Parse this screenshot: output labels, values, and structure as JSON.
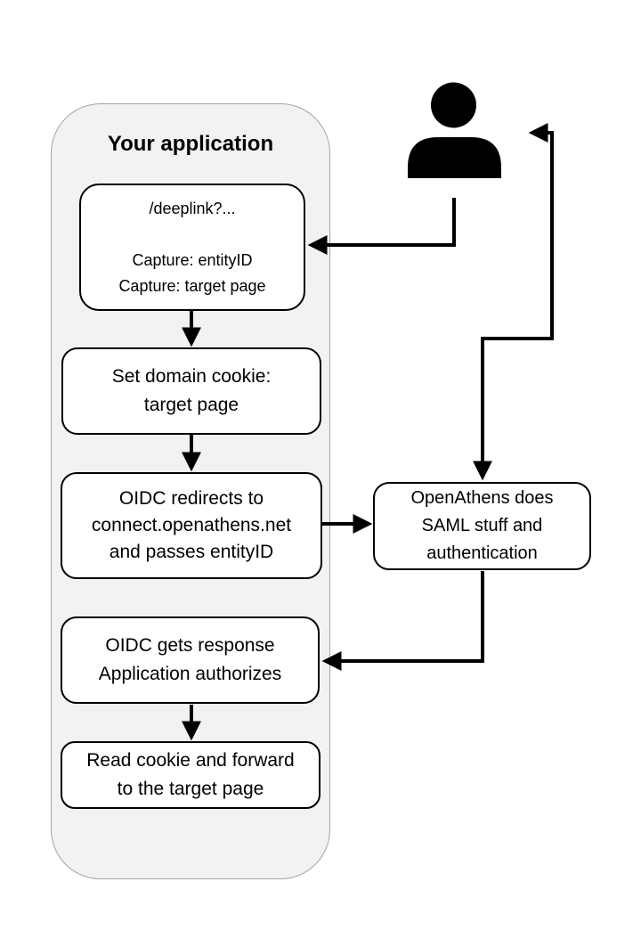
{
  "diagram": {
    "title": "Your application",
    "nodes": {
      "deeplink": "/deeplink?...\n\nCapture: entityID\nCapture: target page",
      "set_cookie": "Set domain cookie:\ntarget page",
      "oidc_redirect": "OIDC redirects to\nconnect.openathens.net\nand passes entityID",
      "openathens": "OpenAthens does\nSAML stuff and\nauthentication",
      "oidc_response": "OIDC gets response\nApplication authorizes",
      "read_cookie": "Read cookie and forward\nto the target page"
    },
    "icons": {
      "user": "person-silhouette"
    },
    "colors": {
      "container_fill": "#f2f2f2",
      "container_border": "#a4a4a4",
      "node_fill": "#ffffff",
      "node_border": "#000000",
      "arrow": "#000000",
      "person": "#000000",
      "text": "#000000"
    }
  }
}
